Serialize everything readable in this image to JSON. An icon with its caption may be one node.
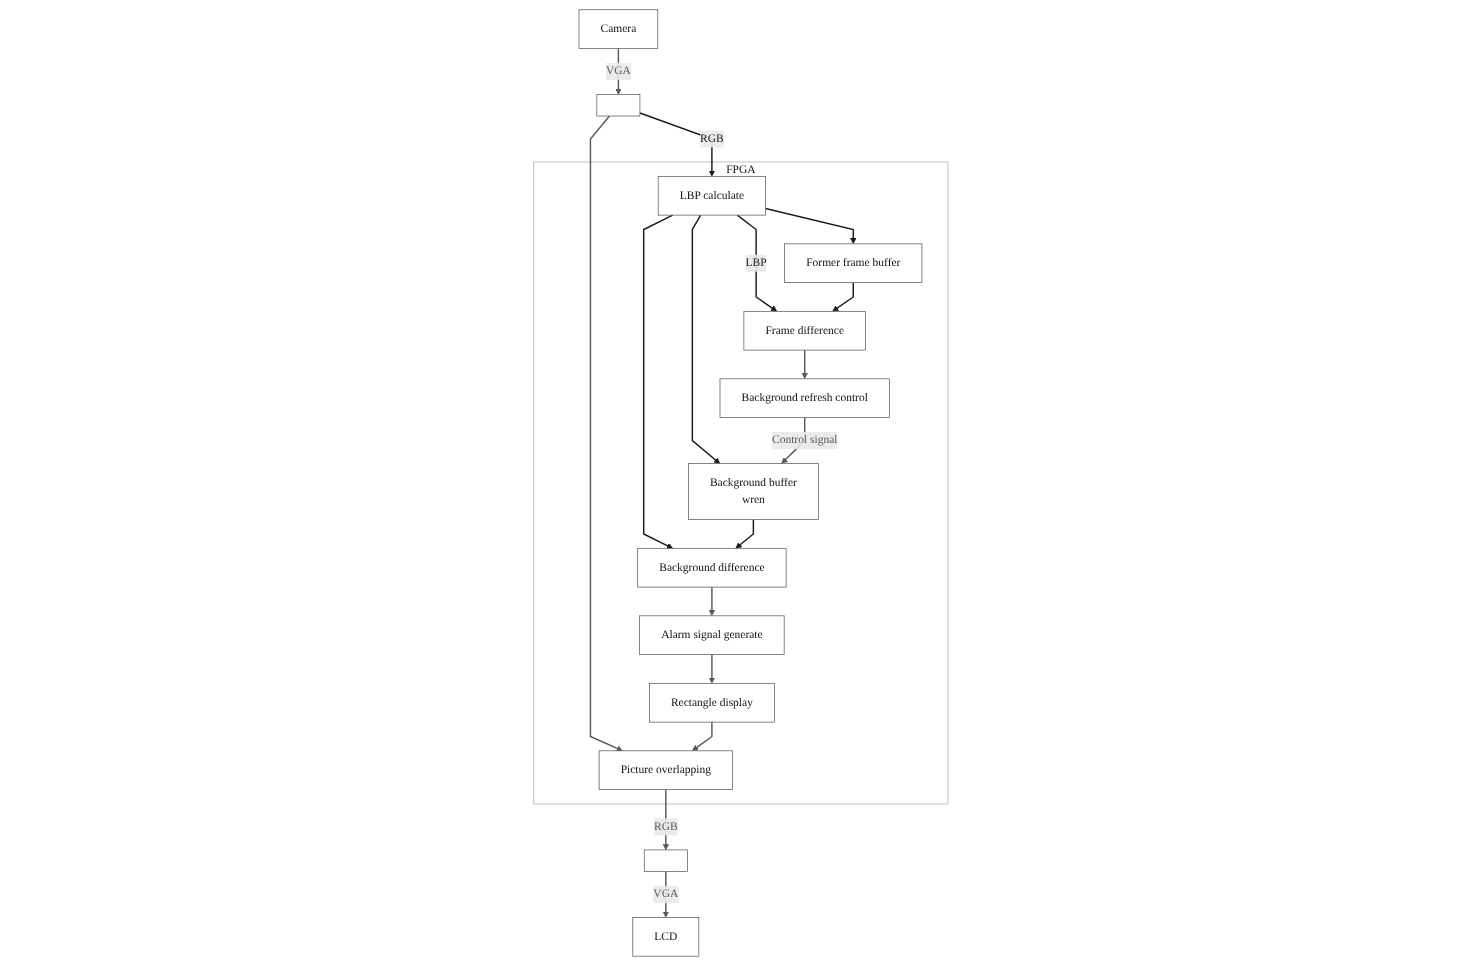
{
  "diagram": {
    "nodes": [
      {
        "text": [
          "Camera"
        ]
      },
      {
        "text": [],
        "shape": "box"
      },
      {
        "text": [],
        "shape": "box"
      },
      {
        "text": [
          "LCD"
        ]
      },
      {
        "text": [
          "FPGA"
        ]
      },
      {
        "text": [
          "LBP calculate"
        ],
        "in": 4
      },
      {
        "text": [
          "Picture overlapping"
        ],
        "in": 4
      },
      {
        "text": [
          "Rectangle display"
        ],
        "in": 4
      },
      {
        "text": [
          "Frame difference"
        ],
        "in": 4
      },
      {
        "text": [
          "Background refresh control"
        ],
        "in": 4
      },
      {
        "text": [
          "Background difference"
        ],
        "in": 4
      },
      {
        "text": [
          "Alarm signal generate"
        ],
        "in": 4
      },
      {
        "text": [
          "Former frame buffer"
        ],
        "in": 4
      },
      {
        "text": [
          "Background buffer",
          "wren"
        ],
        "in": 4
      }
    ],
    "edges": [
      {
        "from": 0,
        "to": 1,
        "arrow": "to",
        "label": "VGA"
      },
      {
        "from": 1,
        "to": 5,
        "arrow": "to",
        "label": "RGB",
        "color": "#1a1a1a"
      },
      {
        "from": 1,
        "to": 6,
        "arrow": "to"
      },
      {
        "from": 6,
        "to": 2,
        "arrow": "to",
        "label": "RGB"
      },
      {
        "from": 2,
        "to": 3,
        "arrow": "to",
        "label": "VGA"
      },
      {
        "from": 7,
        "to": 6,
        "arrow": "to"
      },
      {
        "from": 11,
        "to": 7,
        "arrow": "to"
      },
      {
        "from": 5,
        "to": 8,
        "arrow": "to",
        "label": "LBP",
        "color": "#1a1a1a"
      },
      {
        "from": 5,
        "to": 10,
        "arrow": "to",
        "color": "#1a1a1a"
      },
      {
        "from": 5,
        "to": 12,
        "arrow": "to",
        "color": "#1a1a1a"
      },
      {
        "from": 5,
        "to": 13,
        "arrow": "to",
        "color": "#1a1a1a"
      },
      {
        "from": 8,
        "to": 9,
        "arrow": "to"
      },
      {
        "from": 10,
        "to": 11,
        "arrow": "to"
      },
      {
        "from": 12,
        "to": 8,
        "arrow": "to",
        "color": "#1a1a1a"
      },
      {
        "from": 13,
        "to": 10,
        "arrow": "to",
        "color": "#1a1a1a"
      },
      {
        "from": 9,
        "to": 13,
        "arrow": "to",
        "label": "Control signal"
      }
    ]
  }
}
